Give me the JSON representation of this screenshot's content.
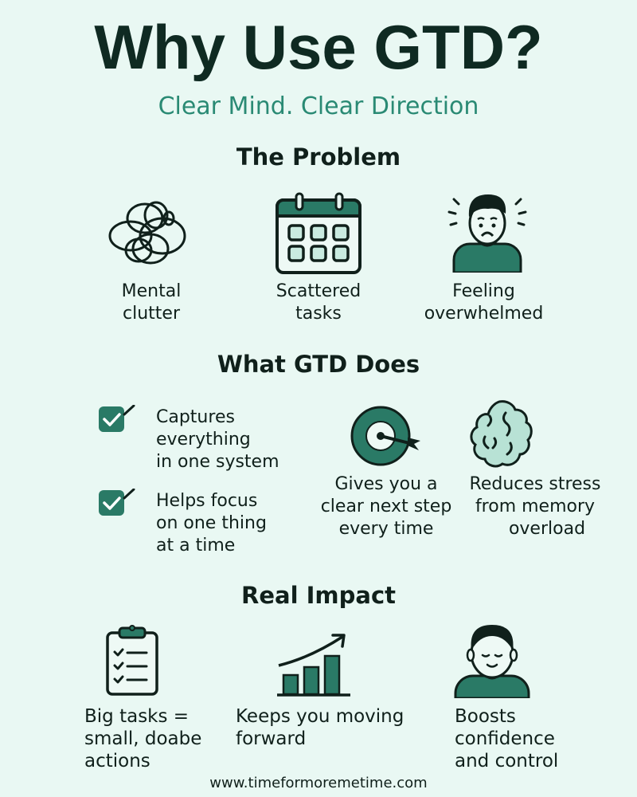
{
  "header": {
    "title": "Why Use GTD?",
    "subtitle": "Clear Mind. Clear Direction"
  },
  "colors": {
    "background": "#e9f8f3",
    "dark": "#10201b",
    "accent": "#2a7a66",
    "accent_light": "#c9ebe0",
    "subtitle": "#2a8a74"
  },
  "problem": {
    "heading": "The Problem",
    "items": [
      {
        "icon": "scribble-icon",
        "line1": "Mental",
        "line2": "clutter"
      },
      {
        "icon": "calendar-icon",
        "line1": "Scattered",
        "line2": "tasks"
      },
      {
        "icon": "stressed-person-icon",
        "line1": "Feeling",
        "line2": "overwhelmed"
      }
    ]
  },
  "what_gtd_does": {
    "heading": "What GTD Does",
    "checklist": [
      {
        "icon": "checkbox-icon",
        "lines": [
          "Captures",
          "everything",
          "in one system"
        ]
      },
      {
        "icon": "checkbox-icon",
        "lines": [
          "Helps focus",
          "on one thing",
          "at a time"
        ]
      }
    ],
    "items": [
      {
        "icon": "target-icon",
        "lines": [
          "Gives you a",
          "clear next step",
          "every time"
        ]
      },
      {
        "icon": "brain-icon",
        "lines": [
          "Reduces stress",
          "from memory",
          "overload"
        ]
      }
    ]
  },
  "real_impact": {
    "heading": "Real Impact",
    "items": [
      {
        "icon": "clipboard-checklist-icon",
        "lines": [
          "Big tasks =",
          "small, doabe",
          "actions"
        ]
      },
      {
        "icon": "growth-chart-icon",
        "lines": [
          "Keeps you moving",
          "forward"
        ]
      },
      {
        "icon": "calm-person-icon",
        "lines": [
          "Boosts",
          "confidence",
          "and control"
        ]
      }
    ]
  },
  "footer": {
    "url": "www.timeformoremetime.com"
  }
}
